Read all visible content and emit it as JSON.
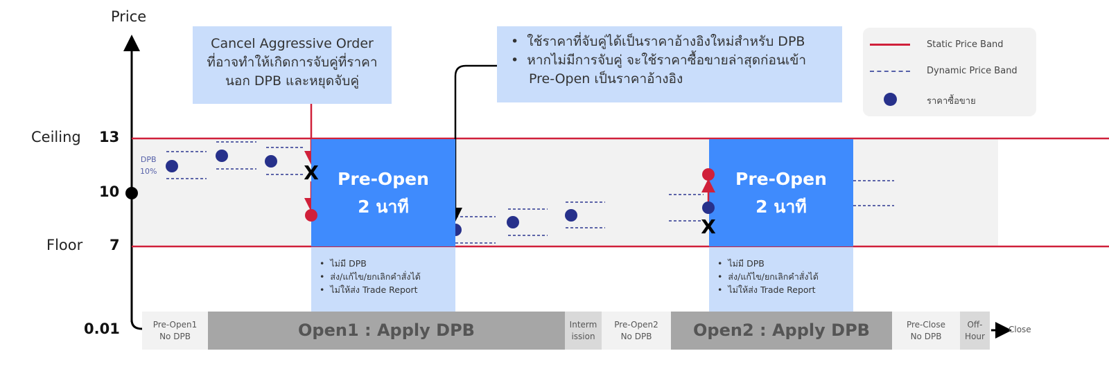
{
  "axis": {
    "title": "Price",
    "ceiling_label": "Ceiling",
    "ceiling_value": "13",
    "ref_value": "10",
    "floor_label": "Floor",
    "floor_value": "7",
    "min_value": "0.01"
  },
  "dpb_label": "DPB",
  "dpb_pct": "10%",
  "callout_cancel": [
    "Cancel Aggressive Order",
    "ที่อาจทำให้เกิดการจับคู่ที่ราคา",
    "นอก DPB และหยุดจับคู่"
  ],
  "callout_ref": [
    "ใช้ราคาที่จับคู่ได้เป็นราคาอ้างอิงใหม่สำหรับ DPB",
    "หากไม่มีการจับคู่ จะใช้ราคาซื้อขายล่าสุดก่อนเข้า",
    "Pre-Open เป็นราคาอ้างอิง"
  ],
  "preopen": {
    "title": "Pre-Open",
    "duration": "2 นาที"
  },
  "preopen_notes": [
    "ไม่มี DPB",
    "ส่ง/แก้ไข/ยกเลิกคำสั่งได้",
    "ไม่ให้ส่ง Trade Report"
  ],
  "marker_x": "X",
  "legend": {
    "static": "Static Price Band",
    "dynamic": "Dynamic Price Band",
    "trade": "ราคาซื้อขาย"
  },
  "timeline": {
    "preopen1": [
      "Pre-Open1",
      "No DPB"
    ],
    "open1": "Open1 : Apply DPB",
    "intermission": [
      "Interm",
      "ission"
    ],
    "preopen2": [
      "Pre-Open2",
      "No DPB"
    ],
    "open2": "Open2 : Apply DPB",
    "preclose": [
      "Pre-Close",
      "No DPB"
    ],
    "offhour": [
      "Off-",
      "Hour"
    ],
    "close": "Close"
  },
  "colors": {
    "static_band": "#d0203a",
    "dynamic_band": "#2b3590",
    "trade_dot": "#27318b",
    "preopen": "#3f8bfd",
    "callout": "#c9ddfb"
  }
}
